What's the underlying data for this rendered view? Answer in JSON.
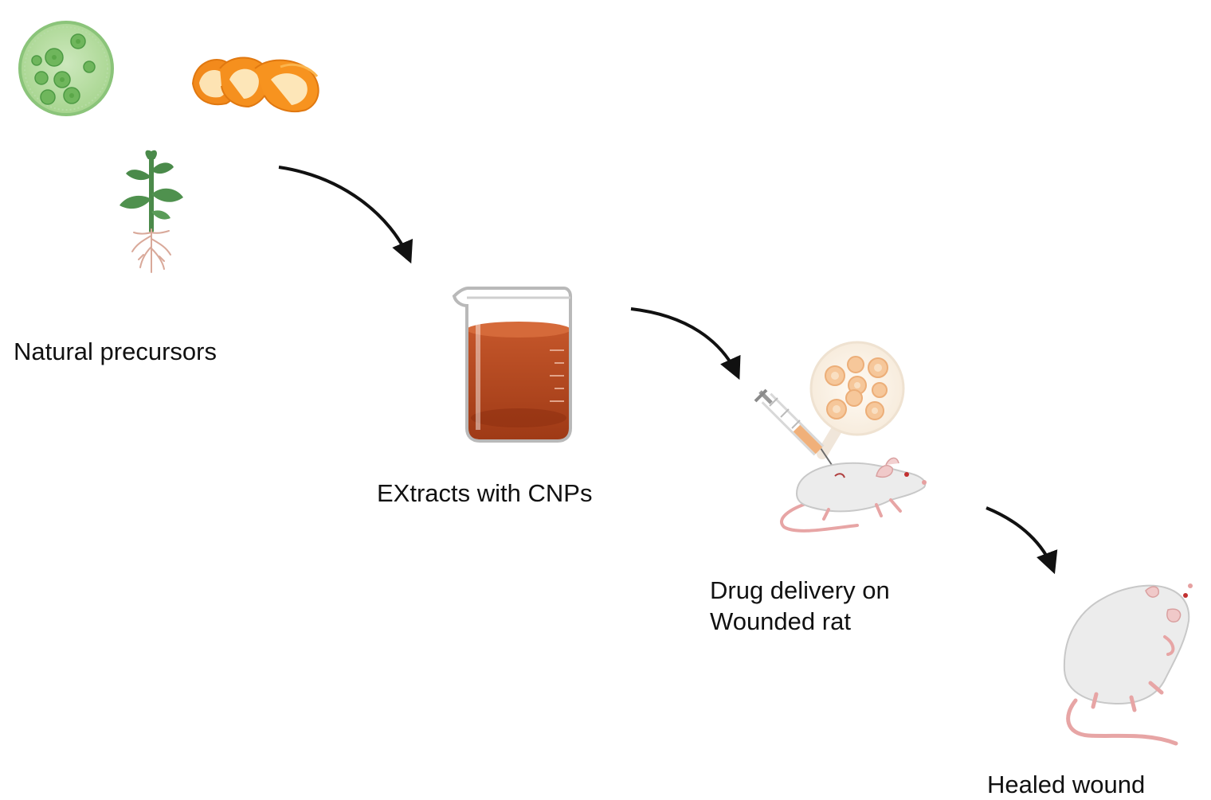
{
  "labels": {
    "natural_precursors": "Natural precursors",
    "extracts": "EXtracts with CNPs",
    "drug_delivery_line1": "Drug delivery on",
    "drug_delivery_line2": "Wounded rat",
    "healed_wound": "Healed wound"
  },
  "icons": [
    "algae-cell-icon",
    "orange-peel-icon",
    "plant-seedling-icon",
    "beaker-extract-icon",
    "syringe-icon",
    "cell-magnification-icon",
    "wounded-rat-icon",
    "healed-rat-icon"
  ],
  "colors": {
    "algae": "#8cc878",
    "orange": "#f28a1c",
    "plant": "#4a8a4a",
    "extract": "#b4451c",
    "rat": "#e8e8e8",
    "arrow": "#111111"
  }
}
